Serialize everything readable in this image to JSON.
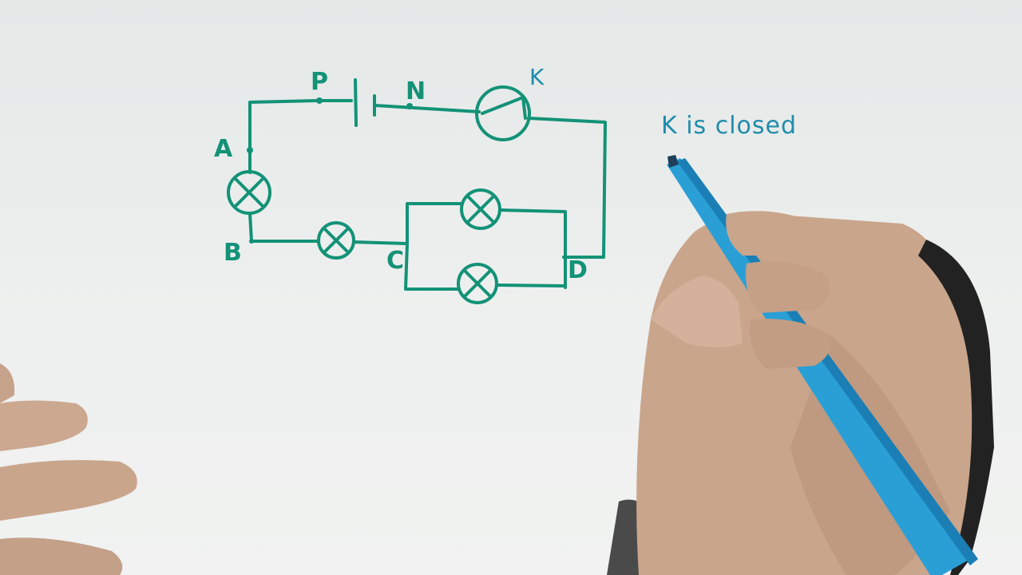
{
  "diagram": {
    "labels": {
      "A": "A",
      "B": "B",
      "C": "C",
      "D": "D",
      "P": "P",
      "N": "N",
      "K": "K"
    },
    "note": "K is closed"
  },
  "colors": {
    "ink_green": "#139277",
    "ink_blue": "#1f8cab",
    "paper": "#eceeed",
    "pen_body": "#2a9fd6",
    "skin": "#c9a58b"
  },
  "icons": [
    "lamp-icon",
    "battery-icon",
    "switch-icon",
    "pen-icon"
  ]
}
